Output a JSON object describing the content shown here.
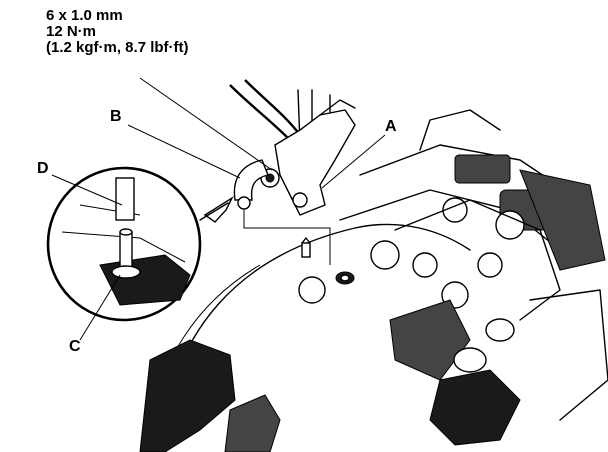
{
  "spec": {
    "bolt_size": "6 x 1.0 mm",
    "torque_nm": "12 N·m",
    "torque_alt": "(1.2 kgf·m, 8.7 lbf·ft)"
  },
  "callouts": {
    "a": "A",
    "b": "B",
    "c": "C",
    "d": "D"
  }
}
